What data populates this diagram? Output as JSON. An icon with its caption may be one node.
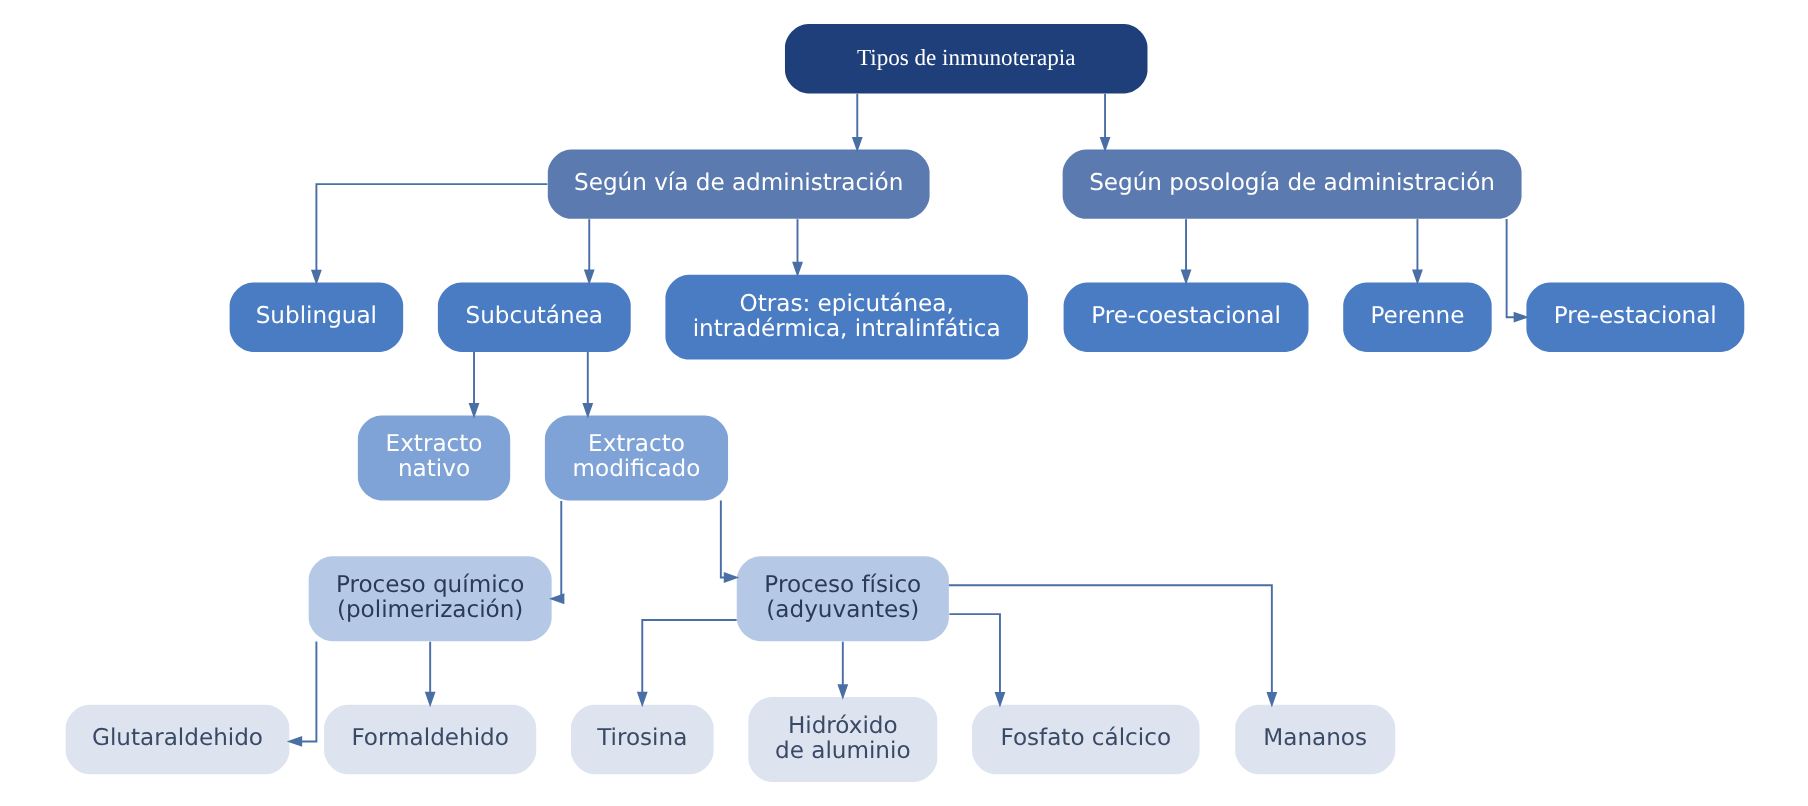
{
  "diagram": {
    "nodes": [
      {
        "text": [
          "Tipos de inmunoterapia"
        ]
      },
      {
        "text": [
          "Según vía de administración"
        ]
      },
      {
        "text": [
          "Según posología de administración"
        ]
      },
      {
        "text": [
          "Sublingual"
        ]
      },
      {
        "text": [
          "Subcutánea"
        ]
      },
      {
        "text": [
          "Otras: epicutánea, intradérmica, intralinfática"
        ]
      },
      {
        "text": [
          "Pre-coestacional"
        ]
      },
      {
        "text": [
          "Perenne"
        ]
      },
      {
        "text": [
          "Pre-estacional"
        ]
      },
      {
        "text": [
          "Extracto nativo"
        ]
      },
      {
        "text": [
          "Extracto modificado"
        ]
      },
      {
        "text": [
          "Proceso químico (polimerización)"
        ]
      },
      {
        "text": [
          "Proceso físico (adyuvantes)"
        ]
      },
      {
        "text": [
          "Glutaraldehido"
        ]
      },
      {
        "text": [
          "Formaldehido"
        ]
      },
      {
        "text": [
          "Tirosina"
        ]
      },
      {
        "text": [
          "Hidróxido de aluminio"
        ]
      },
      {
        "text": [
          "Fosfato cálcico"
        ]
      },
      {
        "text": [
          "Mananos"
        ]
      }
    ],
    "edges": [
      {
        "from": 0,
        "to": 1,
        "arrow": "to"
      },
      {
        "from": 0,
        "to": 2,
        "arrow": "to"
      },
      {
        "from": 1,
        "to": 3,
        "arrow": "to"
      },
      {
        "from": 1,
        "to": 4,
        "arrow": "to"
      },
      {
        "from": 1,
        "to": 5,
        "arrow": "to"
      },
      {
        "from": 2,
        "to": 6,
        "arrow": "to"
      },
      {
        "from": 2,
        "to": 7,
        "arrow": "to"
      },
      {
        "from": 2,
        "to": 8,
        "arrow": "to"
      },
      {
        "from": 4,
        "to": 9,
        "arrow": "to"
      },
      {
        "from": 4,
        "to": 10,
        "arrow": "to"
      },
      {
        "from": 10,
        "to": 11,
        "arrow": "to"
      },
      {
        "from": 10,
        "to": 12,
        "arrow": "to"
      },
      {
        "from": 11,
        "to": 13,
        "arrow": "to"
      },
      {
        "from": 11,
        "to": 14,
        "arrow": "to"
      },
      {
        "from": 12,
        "to": 15,
        "arrow": "to"
      },
      {
        "from": 12,
        "to": 16,
        "arrow": "to"
      },
      {
        "from": 12,
        "to": 17,
        "arrow": "to"
      },
      {
        "from": 12,
        "to": 18,
        "arrow": "to"
      }
    ]
  }
}
